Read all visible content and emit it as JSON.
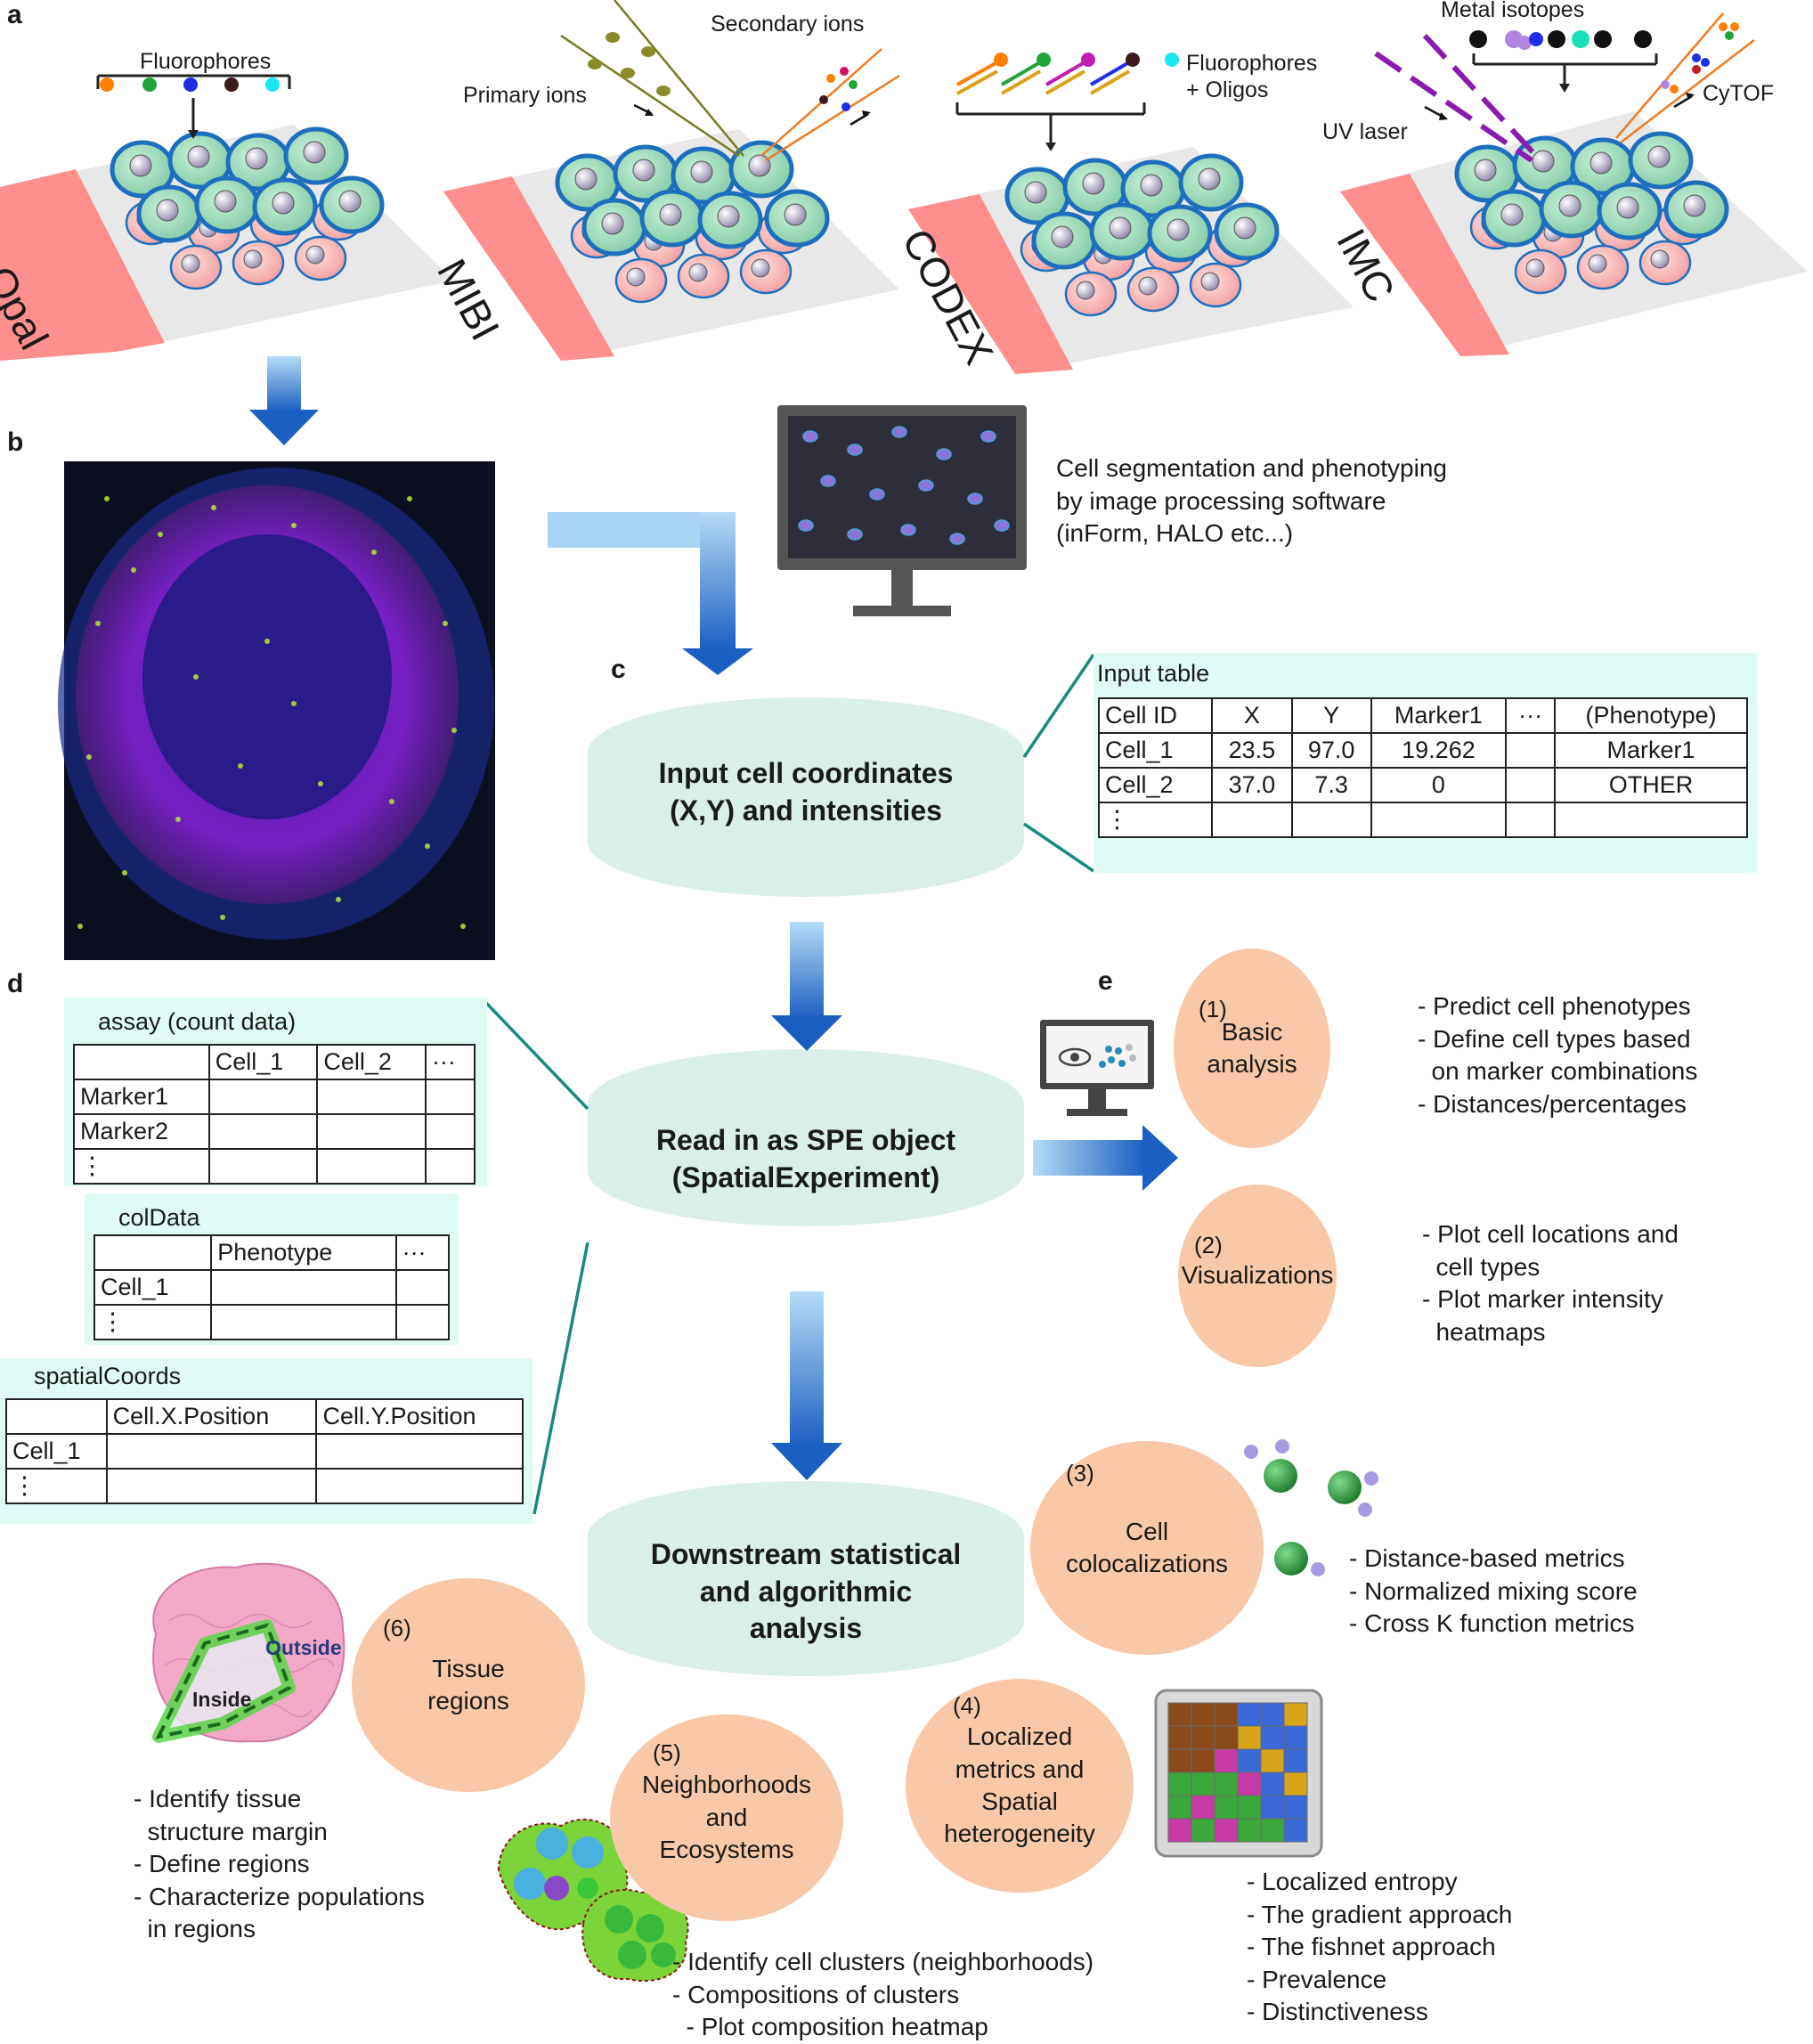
{
  "panels": {
    "a": "a",
    "b": "b",
    "c": "c",
    "d": "d",
    "e": "e"
  },
  "panel_a": {
    "opal": {
      "title": "Opal",
      "probe_label": "Fluorophores"
    },
    "mibi": {
      "title": "MIBI",
      "primary_label": "Primary ions",
      "secondary_label": "Secondary ions"
    },
    "codex": {
      "title": "CODEX",
      "probe_label": "Fluorophores\n+ Oligos"
    },
    "imc": {
      "title": "IMC",
      "isotope_label": "Metal isotopes",
      "laser_label": "UV laser",
      "detector_label": "CyTOF"
    }
  },
  "panel_b": {
    "segmentation_text": "Cell segmentation and phenotyping\nby image processing software\n(inForm, HALO etc...)"
  },
  "flow": {
    "input": "Input cell coordinates\n(X,Y) and intensities",
    "spe": "Read in as SPE object\n(SpatialExperiment)",
    "downstream": "Downstream statistical\nand algorithmic\nanalysis"
  },
  "input_table": {
    "title": "Input table",
    "header": [
      "Cell ID",
      "X",
      "Y",
      "Marker1",
      "···",
      "(Phenotype)"
    ],
    "rows": [
      [
        "Cell_1",
        "23.5",
        "97.0",
        "19.262",
        "",
        "Marker1"
      ],
      [
        "Cell_2",
        "37.0",
        "7.3",
        "0",
        "",
        "OTHER"
      ],
      [
        "⋮",
        "",
        "",
        "",
        "",
        ""
      ]
    ]
  },
  "assay": {
    "title": "assay (count data)",
    "header": [
      "",
      "Cell_1",
      "Cell_2",
      "···"
    ],
    "rows": [
      [
        "Marker1",
        "",
        "",
        ""
      ],
      [
        "Marker2",
        "",
        "",
        ""
      ],
      [
        "⋮",
        "",
        "",
        ""
      ]
    ]
  },
  "coldata": {
    "title": "colData",
    "header": [
      "",
      "Phenotype",
      "···"
    ],
    "rows": [
      [
        "Cell_1",
        "",
        ""
      ],
      [
        "⋮",
        "",
        ""
      ]
    ]
  },
  "spatialcoords": {
    "title": "spatialCoords",
    "header": [
      "",
      "Cell.X.Position",
      "Cell.Y.Position"
    ],
    "rows": [
      [
        "Cell_1",
        "",
        ""
      ],
      [
        "⋮",
        "",
        ""
      ]
    ]
  },
  "analyses": [
    {
      "num": "(1)",
      "label": "Basic\nanalysis",
      "bullets": [
        "- Predict cell phenotypes",
        "- Define cell types based",
        "  on marker combinations",
        "- Distances/percentages"
      ]
    },
    {
      "num": "(2)",
      "label": "Visualizations",
      "bullets": [
        "- Plot cell locations and",
        "  cell types",
        "- Plot marker intensity",
        "  heatmaps"
      ]
    },
    {
      "num": "(3)",
      "label": "Cell\ncolocalizations",
      "bullets": [
        "- Distance-based metrics",
        "- Normalized mixing score",
        "- Cross K function metrics"
      ]
    },
    {
      "num": "(4)",
      "label": "Localized\nmetrics and\nSpatial\nheterogeneity",
      "bullets": [
        "- Localized entropy",
        "- The gradient approach",
        "- The fishnet approach",
        "- Prevalence",
        "- Distinctiveness"
      ]
    },
    {
      "num": "(5)",
      "label": "Neighborhoods\nand\nEcosystems",
      "bullets": [
        "- Identify cell clusters (neighborhoods)",
        "- Compositions of clusters",
        "  - Plot composition heatmap"
      ]
    },
    {
      "num": "(6)",
      "label": "Tissue\nregions",
      "bullets": [
        "- Identify tissue",
        "  structure margin",
        "- Define regions",
        "- Characterize populations",
        "  in regions"
      ]
    }
  ],
  "tissue_labels": {
    "inside": "Inside",
    "outside": "Outside"
  },
  "colors": {
    "cylinder": "#daeeea",
    "circle": "#f8c8a8",
    "table_bg": "#e0fbf6",
    "arrow_light": "#a8d4f2",
    "arrow_dark": "#1e63c3",
    "title_bar": "#ff8f8f",
    "teal_line": "#1a8a80"
  }
}
